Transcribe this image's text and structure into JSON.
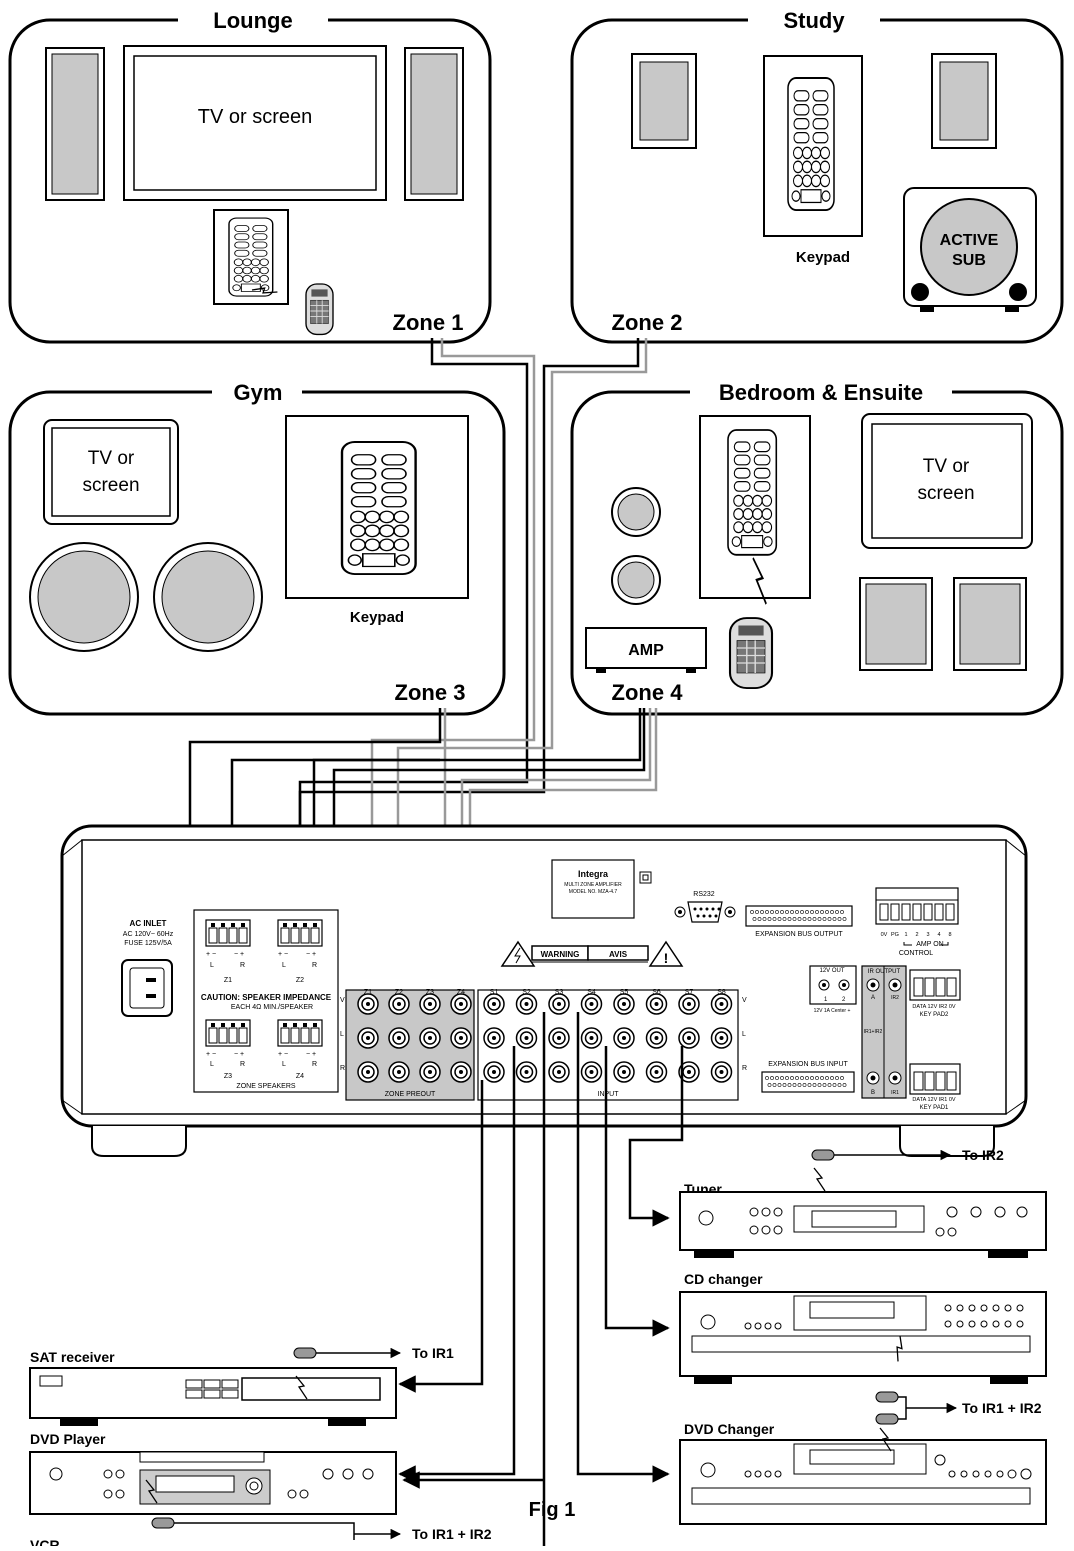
{
  "rooms": {
    "lounge": {
      "title": "Lounge",
      "zone": "Zone 1",
      "tv": "TV or screen"
    },
    "study": {
      "title": "Study",
      "zone": "Zone 2",
      "keypad": "Keypad",
      "sub_line1": "ACTIVE",
      "sub_line2": "SUB"
    },
    "gym": {
      "title": "Gym",
      "zone": "Zone 3",
      "tv_line1": "TV or",
      "tv_line2": "screen",
      "keypad": "Keypad"
    },
    "bedroom": {
      "title": "Bedroom & Ensuite",
      "zone": "Zone 4",
      "tv_line1": "TV or",
      "tv_line2": "screen",
      "amp": "AMP"
    }
  },
  "amplifier": {
    "ac_inlet": "AC INLET",
    "ac_spec1": "AC 120V~ 60Hz",
    "ac_spec2": "FUSE 125V/5A",
    "brand": "Integra",
    "model_line1": "MULTI ZONE AMPLIFIER",
    "model_line2": "MODEL NO. MZA-4.7",
    "rs232": "RS232",
    "exp_out": "EXPANSION BUS OUTPUT",
    "exp_in": "EXPANSION BUS INPUT",
    "warning": "WARNING",
    "avis": "AVIS",
    "caution1": "CAUTION: SPEAKER IMPEDANCE",
    "caution2": "EACH 4Ω MIN./SPEAKER",
    "zone_speakers": "ZONE SPEAKERS",
    "zone_preout": "ZONE PREOUT",
    "input": "INPUT",
    "z1": "Z1",
    "z2": "Z2",
    "z3": "Z3",
    "z4": "Z4",
    "lr_l": "L",
    "lr_r": "R",
    "preout_cols": [
      "Z1",
      "Z2",
      "Z3",
      "Z4"
    ],
    "input_cols": [
      "S1",
      "S2",
      "S3",
      "S4",
      "S5",
      "S6",
      "S7",
      "S8"
    ],
    "row_v": "V",
    "row_l": "L",
    "row_r": "R",
    "control_pins": [
      "0V",
      "PG",
      "1",
      "2",
      "3",
      "4",
      "8"
    ],
    "amp_on": "AMP ON",
    "control": "CONTROL",
    "v12_out": "12V OUT",
    "v12_center": "12V 1A Center +",
    "ir_output": "IR OUTPUT",
    "ir_a": "A",
    "ir_b": "B",
    "ir2": "IR2",
    "ir1": "IR1",
    "ir1ir2": "IR1+IR2",
    "keypad_pins2": "DATA 12V IR2 0V",
    "keypad2": "KEY PAD2",
    "keypad_pins1": "DATA 12V IR1 0V",
    "keypad1": "KEY PAD1"
  },
  "devices": {
    "sat": {
      "label": "SAT receiver",
      "ir": "To IR1"
    },
    "dvd_player": {
      "label": "DVD Player"
    },
    "vcr": {
      "label": "VCR"
    },
    "ir12_left": "To IR1 + IR2",
    "tuner": {
      "label": "Tuner",
      "ir": "To IR2"
    },
    "cd": {
      "label": "CD changer"
    },
    "dvd_changer": {
      "label": "DVD Changer"
    },
    "ir12_right": "To IR1 + IR2"
  },
  "figure": {
    "caption": "Fig 1"
  },
  "colors": {
    "panel_gray": "#c8c8c8",
    "line": "#000000",
    "wire_gray": "#999999"
  }
}
